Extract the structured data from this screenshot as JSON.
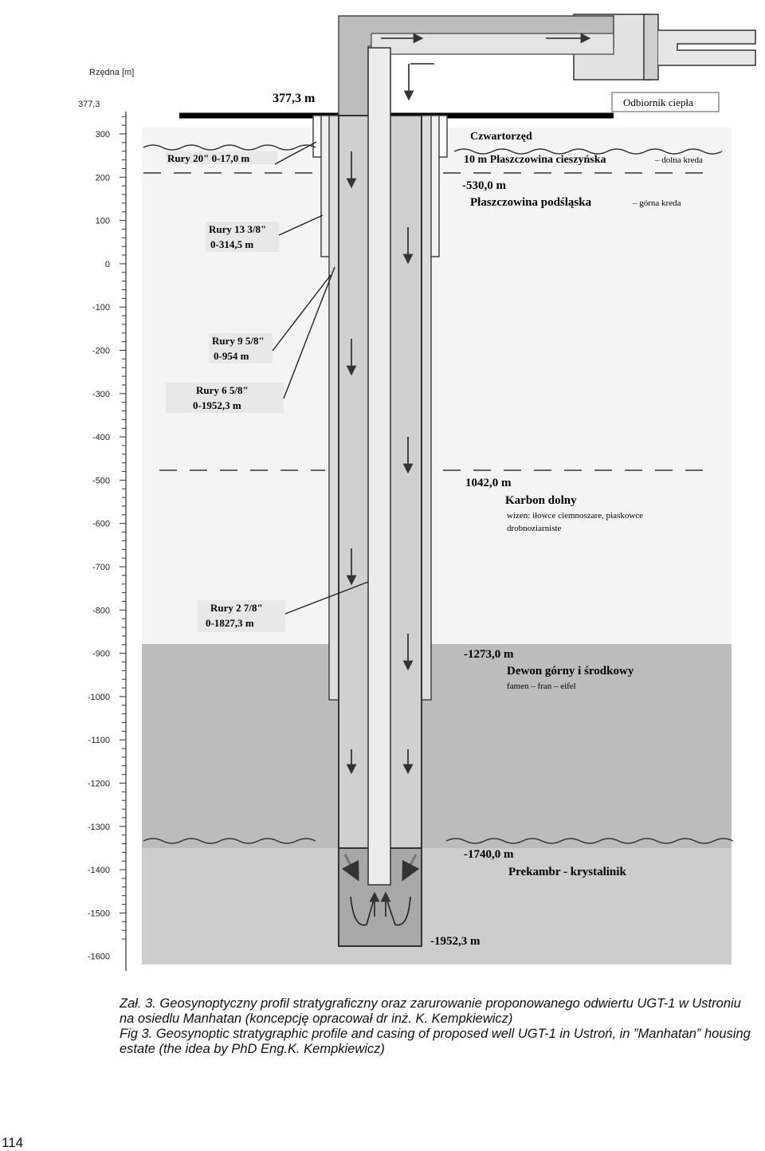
{
  "diagram": {
    "scale": {
      "header": "Rzędna [m]",
      "top_value": "377,3",
      "ticks": [
        "300",
        "200",
        "100",
        "0",
        "-100",
        "-200",
        "-300",
        "-400",
        "-500",
        "-600",
        "-700",
        "-800",
        "-900",
        "-1000",
        "-1100",
        "-1200",
        "-1300",
        "-1400",
        "-1500",
        "-1600"
      ]
    },
    "surface_label": "377,3 m",
    "receiver_label": "Odbiornik ciepła",
    "casings": [
      {
        "line1": "Rury 20\" 0-17,0 m"
      },
      {
        "line1": "Rury 13 3/8\"",
        "line2": "0-314,5 m"
      },
      {
        "line1": "Rury 9 5/8\"",
        "line2": "0-954 m"
      },
      {
        "line1": "Rury 6 5/8\"",
        "line2": "0-1952,3 m"
      },
      {
        "line1": "Rury 2 7/8\"",
        "line2": "0-1827,3 m"
      }
    ],
    "layers": {
      "quaternary": "Czwartorzęd",
      "silesian_top": "10 m Płaszczowina cieszyńska",
      "silesian_top_note": "– dolna kreda",
      "depth_530": "-530,0 m",
      "subsilesian": "Płaszczowina podśląska",
      "subsilesian_note": "– górna kreda",
      "depth_1042": "1042,0 m",
      "carbon": "Karbon dolny",
      "carbon_note1": "wizen: iłowce ciemnoszare, piaskowce",
      "carbon_note2": "drobnoziarniste",
      "depth_1273": "-1273,0 m",
      "devon": "Dewon górny i środkowy",
      "devon_note": "famen – fran – eifel",
      "depth_1740": "-1740,0 m",
      "precambrian": "Prekambr - krystalinik",
      "depth_1952": "-1952,3 m"
    }
  },
  "caption": {
    "pl": "Zał. 3. Geosynoptyczny profil stratygraficzny oraz zarurowanie proponowanego odwiertu UGT-1 w Ustroniu na osiedlu Manhatan (koncepcję opracował dr inż. K. Kempkiewicz)",
    "en": "Fig 3. Geosynoptic stratygraphic profile and casing of proposed well UGT-1 in Ustroń, in ”Manhatan” housing estate (the idea by PhD Eng.K. Kempkiewicz)"
  },
  "page_number": "114"
}
